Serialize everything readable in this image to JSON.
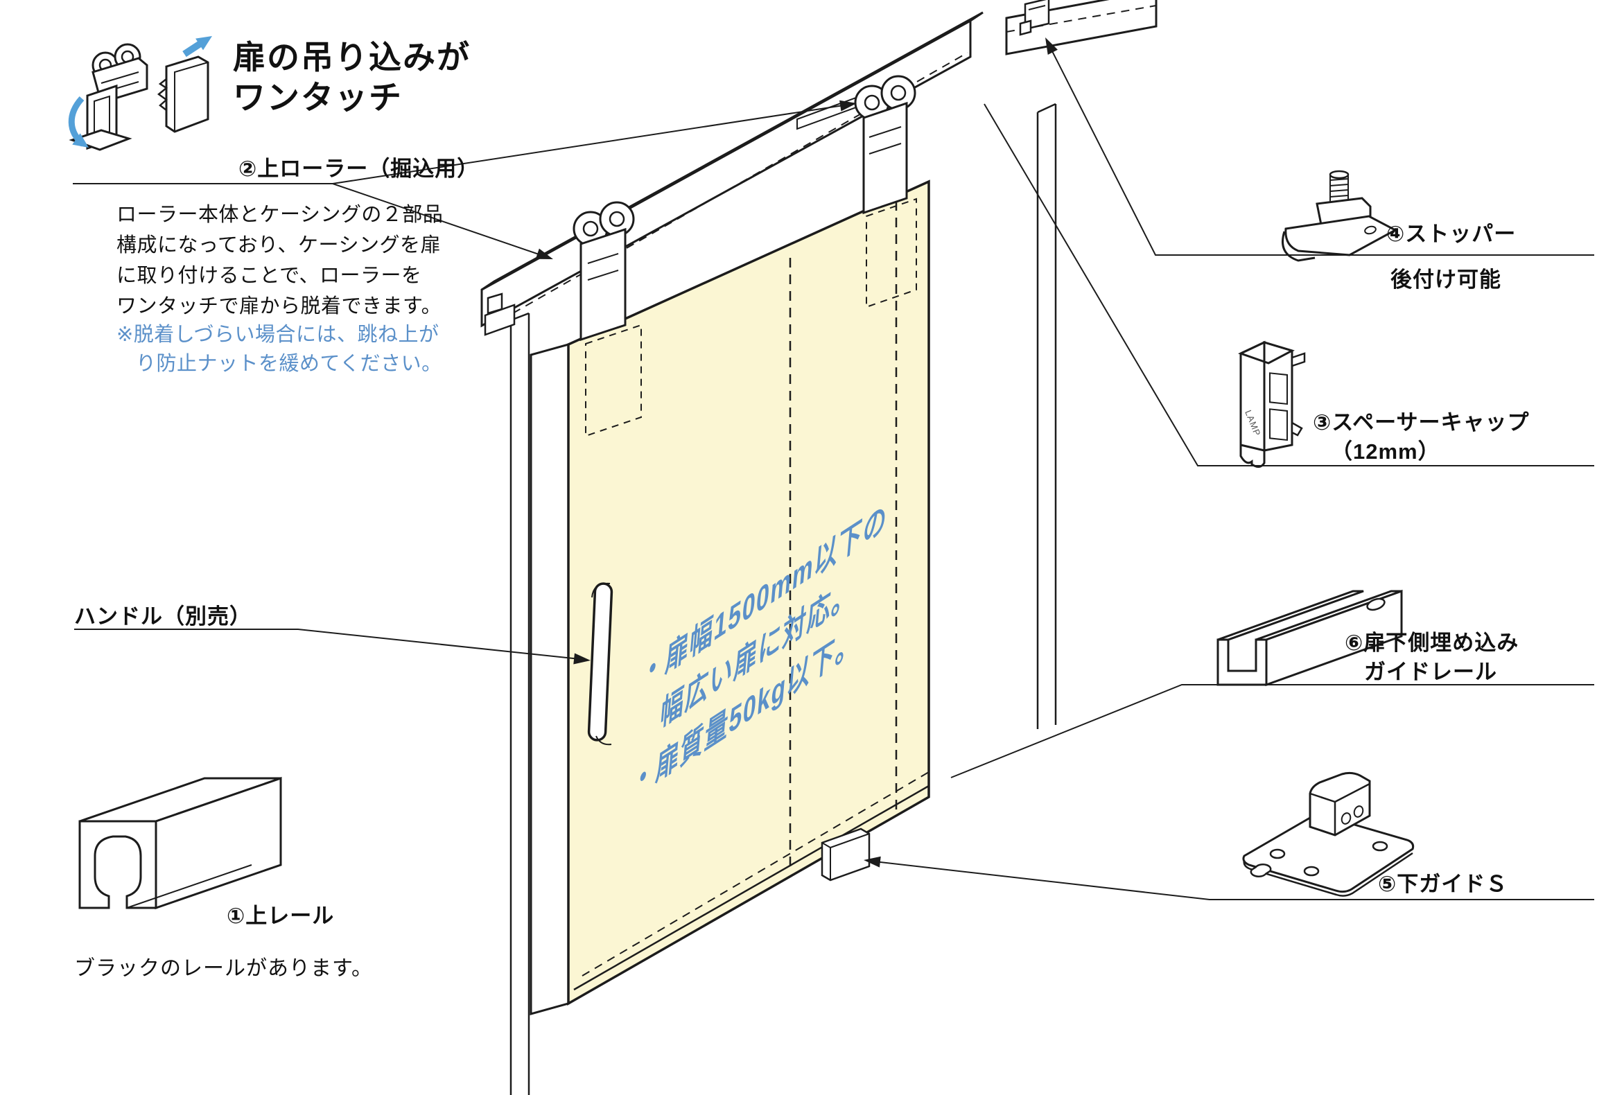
{
  "colors": {
    "door_fill": "#FBF6D3",
    "blue_text": "#5B90C9",
    "arrow_blue": "#54A0D8",
    "line": "#1C1C1C"
  },
  "feature_callout": {
    "title_line1": "扉の吊り込みが",
    "title_line2": "ワンタッチ",
    "part_label": "②上ローラー（掘込用）",
    "description_lines": [
      "ローラー本体とケーシングの２部品",
      "構成になっており、ケーシングを扉",
      "に取り付けることで、ローラーを",
      "ワンタッチで扉から脱着できます。"
    ],
    "note_lines": [
      "※脱着しづらい場合には、跳ね上が",
      "り防止ナットを緩めてください。"
    ]
  },
  "left_labels": {
    "handle": "ハンドル（別売）",
    "top_rail": "①上レール",
    "top_rail_note": "ブラックのレールがあります。"
  },
  "right_labels": {
    "stopper": "④ストッパー",
    "stopper_note": "後付け可能",
    "spacer_cap_line1": "③スペーサーキャップ",
    "spacer_cap_line2": "（12mm）",
    "guide_rail_line1": "⑥扉下側埋め込み",
    "guide_rail_line2": "ガイドレール",
    "lower_guide": "⑤下ガイドＳ"
  },
  "door_annotation": {
    "line1": "・扉幅1500mm以下の",
    "line2": "幅広い扉に対応。",
    "line3": "・扉質量50kg以下。"
  },
  "illustrations": {
    "spacer_cap_brand": "LAMP"
  }
}
